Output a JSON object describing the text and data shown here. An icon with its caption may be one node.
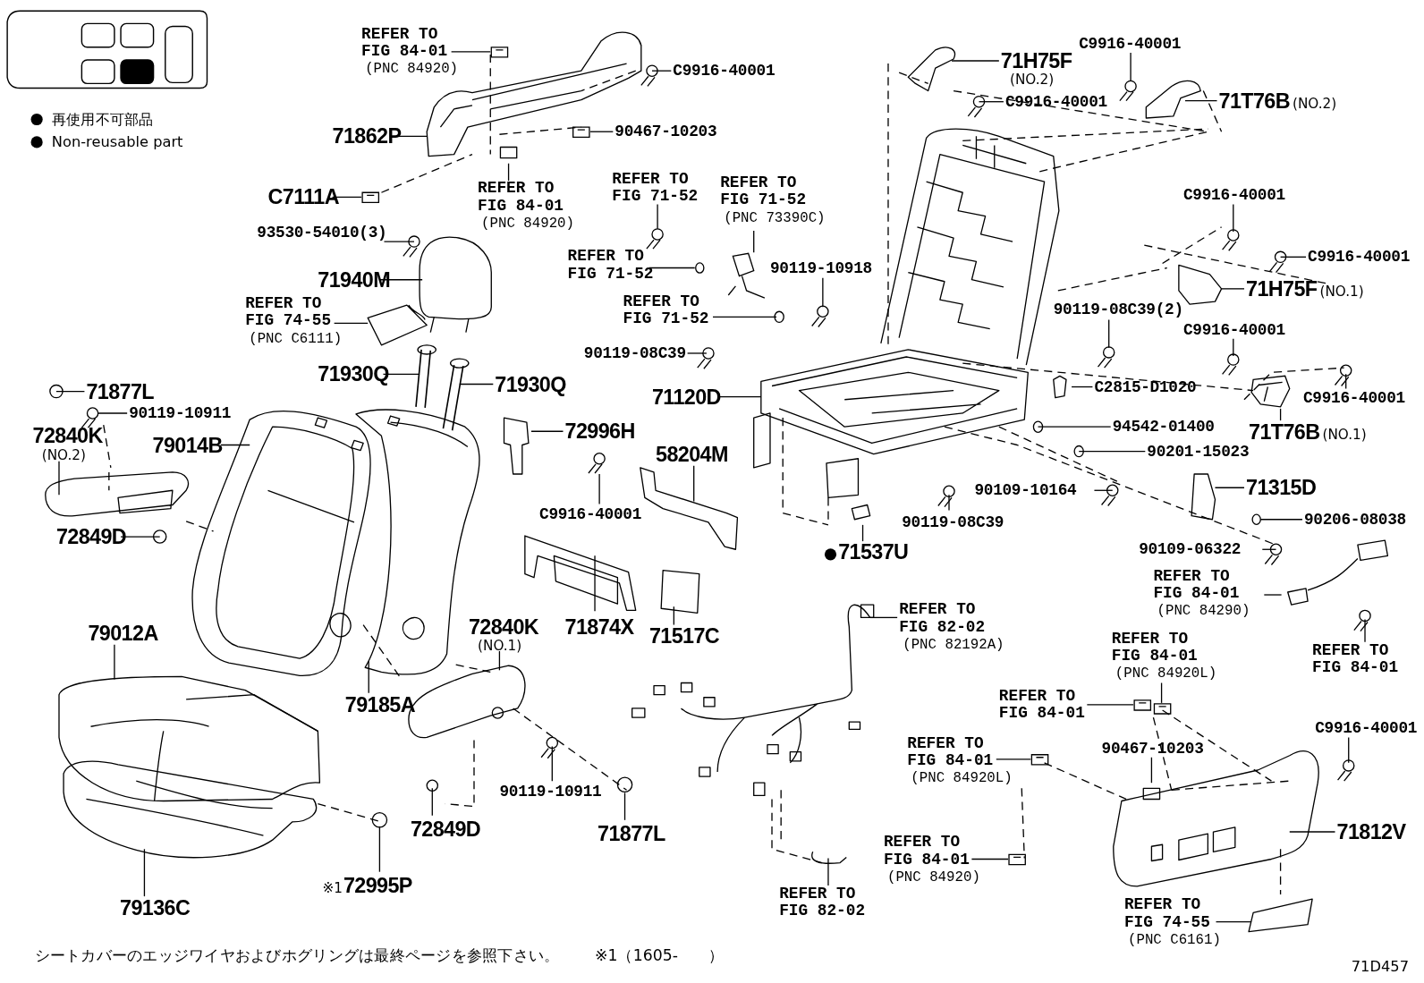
{
  "diagram": {
    "nodes": [
      {
        "text": [
          "REFER TO FIG 84-01",
          "(PNC 84920)"
        ]
      },
      {
        "text": [
          "C9916-40001"
        ]
      },
      {
        "text": [
          "71862P"
        ]
      },
      {
        "text": [
          "90467-10203"
        ]
      },
      {
        "text": [
          "REFER TO FIG 84-01",
          "(PNC 84920)"
        ]
      },
      {
        "text": [
          "C7111A"
        ]
      },
      {
        "text": [
          "93530-54010(3)"
        ]
      },
      {
        "text": [
          "71940M"
        ]
      },
      {
        "text": [
          "REFER TO FIG 74-55",
          "(PNC C6111)"
        ]
      },
      {
        "text": [
          "71930Q"
        ]
      },
      {
        "text": [
          "71930Q"
        ]
      },
      {
        "text": [
          "71877L"
        ]
      },
      {
        "text": [
          "90119-10911"
        ]
      },
      {
        "text": [
          "72840K",
          "(NO.2)"
        ]
      },
      {
        "text": [
          "79014B"
        ]
      },
      {
        "text": [
          "72849D"
        ]
      },
      {
        "text": [
          "72996H"
        ]
      },
      {
        "text": [
          "C9916-40001"
        ]
      },
      {
        "text": [
          "58204M"
        ]
      },
      {
        "text": [
          "79012A"
        ]
      },
      {
        "text": [
          "72840K",
          "(NO.1)"
        ]
      },
      {
        "text": [
          "71874X"
        ]
      },
      {
        "text": [
          "71517C"
        ]
      },
      {
        "text": [
          "79185A"
        ]
      },
      {
        "text": [
          "90119-10911"
        ]
      },
      {
        "text": [
          "72849D"
        ]
      },
      {
        "text": [
          "71877L"
        ]
      },
      {
        "text": [
          "※1",
          "72995P"
        ]
      },
      {
        "text": [
          "79136C"
        ]
      },
      {
        "text": [
          "REFER TO FIG 71-52"
        ]
      },
      {
        "text": [
          "REFER TO FIG 71-52",
          "(PNC 73390C)"
        ]
      },
      {
        "text": [
          "REFER TO FIG 71-52"
        ]
      },
      {
        "text": [
          "90119-10918"
        ]
      },
      {
        "text": [
          "REFER TO FIG 71-52"
        ]
      },
      {
        "text": [
          "90119-08C39"
        ]
      },
      {
        "text": [
          "71120D"
        ]
      },
      {
        "text": [
          "71H75F",
          "(NO.2)"
        ]
      },
      {
        "text": [
          "C9916-40001"
        ]
      },
      {
        "text": [
          "C9916-40001"
        ]
      },
      {
        "text": [
          "71T76B",
          "(NO.2)"
        ]
      },
      {
        "text": [
          "C9916-40001"
        ]
      },
      {
        "text": [
          "C9916-40001"
        ]
      },
      {
        "text": [
          "71H75F",
          "(NO.1)"
        ]
      },
      {
        "text": [
          "90119-08C39(2)"
        ]
      },
      {
        "text": [
          "C9916-40001"
        ]
      },
      {
        "text": [
          "C2815-D1020"
        ]
      },
      {
        "text": [
          "C9916-40001"
        ]
      },
      {
        "text": [
          "71T76B",
          "(NO.1)"
        ]
      },
      {
        "text": [
          "94542-01400"
        ]
      },
      {
        "text": [
          "90201-15023"
        ]
      },
      {
        "text": [
          "90109-10164"
        ]
      },
      {
        "text": [
          "71315D"
        ]
      },
      {
        "text": [
          "90119-08C39"
        ]
      },
      {
        "text": [
          "71537U"
        ]
      },
      {
        "text": [
          "90206-08038"
        ]
      },
      {
        "text": [
          "90109-06322"
        ]
      },
      {
        "text": [
          "REFER TO FIG 84-01",
          "(PNC 84290)"
        ]
      },
      {
        "text": [
          "REFER TO FIG 84-01"
        ]
      },
      {
        "text": [
          "REFER TO FIG 82-02",
          "(PNC 82192A)"
        ]
      },
      {
        "text": [
          "REFER TO FIG 84-01",
          "(PNC 84920L)"
        ]
      },
      {
        "text": [
          "REFER TO FIG 84-01"
        ]
      },
      {
        "text": [
          "C9916-40001"
        ]
      },
      {
        "text": [
          "REFER TO FIG 84-01",
          "(PNC 84920L)"
        ]
      },
      {
        "text": [
          "90467-10203"
        ]
      },
      {
        "text": [
          "71812V"
        ]
      },
      {
        "text": [
          "REFER TO FIG 84-01",
          "(PNC 84920)"
        ]
      },
      {
        "text": [
          "REFER TO FIG 82-02"
        ]
      },
      {
        "text": [
          "REFER TO FIG 74-55",
          "(PNC C6161)"
        ]
      },
      {
        "text": [],
        "shape": "picture"
      },
      {
        "text": [],
        "shape": "picture"
      },
      {
        "text": [],
        "shape": "picture"
      },
      {
        "text": [],
        "shape": "picture"
      },
      {
        "text": [],
        "shape": "picture"
      },
      {
        "text": [],
        "shape": "picture"
      },
      {
        "text": [],
        "shape": "picture"
      },
      {
        "text": [],
        "shape": "picture"
      },
      {
        "text": [],
        "shape": "picture"
      },
      {
        "text": [],
        "shape": "picture"
      },
      {
        "text": [],
        "shape": "picture"
      },
      {
        "text": [],
        "shape": "picture"
      },
      {
        "text": [],
        "shape": "picture"
      },
      {
        "text": [],
        "shape": "picture"
      },
      {
        "text": [],
        "shape": "picture"
      },
      {
        "text": [],
        "shape": "picture"
      }
    ],
    "edges": [
      {
        "from": 0,
        "to": 79,
        "arrow": "none"
      },
      {
        "from": 1,
        "to": null,
        "arrow": "none"
      },
      {
        "from": 2,
        "to": null,
        "arrow": "none"
      },
      {
        "from": 3,
        "to": 80,
        "arrow": "none"
      },
      {
        "from": 4,
        "to": null,
        "arrow": "none"
      },
      {
        "from": 5,
        "to": 81,
        "arrow": "none"
      },
      {
        "from": 6,
        "to": null,
        "arrow": "none"
      },
      {
        "from": 7,
        "to": null,
        "arrow": "none"
      },
      {
        "from": 8,
        "to": null,
        "arrow": "none"
      },
      {
        "from": 9,
        "to": null,
        "arrow": "none"
      },
      {
        "from": 10,
        "to": null,
        "arrow": "none"
      },
      {
        "from": 11,
        "to": null,
        "arrow": "none"
      },
      {
        "from": 12,
        "to": 68,
        "arrow": "none"
      },
      {
        "from": 13,
        "to": null,
        "arrow": "none"
      },
      {
        "from": 14,
        "to": null,
        "arrow": "none"
      },
      {
        "from": 15,
        "to": null,
        "arrow": "none"
      },
      {
        "from": 16,
        "to": null,
        "arrow": "none"
      },
      {
        "from": 17,
        "to": 69,
        "arrow": "none"
      },
      {
        "from": 18,
        "to": null,
        "arrow": "none"
      },
      {
        "from": 19,
        "to": null,
        "arrow": "none"
      },
      {
        "from": 20,
        "to": null,
        "arrow": "none"
      },
      {
        "from": 21,
        "to": null,
        "arrow": "none"
      },
      {
        "from": 22,
        "to": null,
        "arrow": "none"
      },
      {
        "from": 23,
        "to": null,
        "arrow": "none"
      },
      {
        "from": 24,
        "to": null,
        "arrow": "none"
      },
      {
        "from": 25,
        "to": null,
        "arrow": "none"
      },
      {
        "from": 26,
        "to": 70,
        "arrow": "none"
      },
      {
        "from": 27,
        "to": null,
        "arrow": "none"
      },
      {
        "from": 28,
        "to": null,
        "arrow": "none"
      },
      {
        "from": 29,
        "to": 71,
        "arrow": "none"
      },
      {
        "from": 30,
        "to": 72,
        "arrow": "none"
      },
      {
        "from": 31,
        "to": 73,
        "arrow": "none"
      },
      {
        "from": 32,
        "to": null,
        "arrow": "none"
      },
      {
        "from": 33,
        "to": null,
        "arrow": "none"
      },
      {
        "from": 34,
        "to": null,
        "arrow": "none"
      },
      {
        "from": 35,
        "to": null,
        "arrow": "none"
      },
      {
        "from": 36,
        "to": null,
        "arrow": "none"
      },
      {
        "from": 37,
        "to": null,
        "arrow": "none"
      },
      {
        "from": 38,
        "to": 74,
        "arrow": "none"
      },
      {
        "from": 39,
        "to": null,
        "arrow": "none"
      },
      {
        "from": 40,
        "to": null,
        "arrow": "none"
      },
      {
        "from": 41,
        "to": null,
        "arrow": "none"
      },
      {
        "from": 42,
        "to": null,
        "arrow": "none"
      },
      {
        "from": 43,
        "to": null,
        "arrow": "none"
      },
      {
        "from": 44,
        "to": null,
        "arrow": "none"
      },
      {
        "from": 45,
        "to": null,
        "arrow": "none"
      },
      {
        "from": 46,
        "to": null,
        "arrow": "none"
      },
      {
        "from": 47,
        "to": 75,
        "arrow": "none"
      },
      {
        "from": 48,
        "to": null,
        "arrow": "none"
      },
      {
        "from": 49,
        "to": null,
        "arrow": "none"
      },
      {
        "from": 50,
        "to": null,
        "arrow": "none"
      },
      {
        "from": 51,
        "to": null,
        "arrow": "none"
      },
      {
        "from": 52,
        "to": null,
        "arrow": "none"
      },
      {
        "from": 53,
        "to": null,
        "arrow": "none"
      },
      {
        "from": 54,
        "to": 76,
        "arrow": "none"
      },
      {
        "from": 55,
        "to": null,
        "arrow": "none"
      },
      {
        "from": 56,
        "to": null,
        "arrow": "none"
      },
      {
        "from": 57,
        "to": null,
        "arrow": "none"
      },
      {
        "from": 58,
        "to": null,
        "arrow": "none"
      },
      {
        "from": 59,
        "to": 78,
        "arrow": "none"
      },
      {
        "from": 60,
        "to": 77,
        "arrow": "none"
      },
      {
        "from": 61,
        "to": null,
        "arrow": "none"
      },
      {
        "from": 62,
        "to": 82,
        "arrow": "none"
      },
      {
        "from": 63,
        "to": null,
        "arrow": "none"
      },
      {
        "from": 64,
        "to": null,
        "arrow": "none"
      },
      {
        "from": 65,
        "to": 83,
        "arrow": "none"
      },
      {
        "from": 66,
        "to": null,
        "arrow": "none"
      },
      {
        "from": 67,
        "to": null,
        "arrow": "none"
      }
    ],
    "labels": [
      "シートカバーのエッジワイヤおよびホグリングは最終ページを参照下さい。",
      "※1（1605-　　）",
      "71D457"
    ],
    "legend": [
      {
        "text": "再使用不可部品"
      },
      {
        "text": "Non-reusable part"
      }
    ]
  }
}
